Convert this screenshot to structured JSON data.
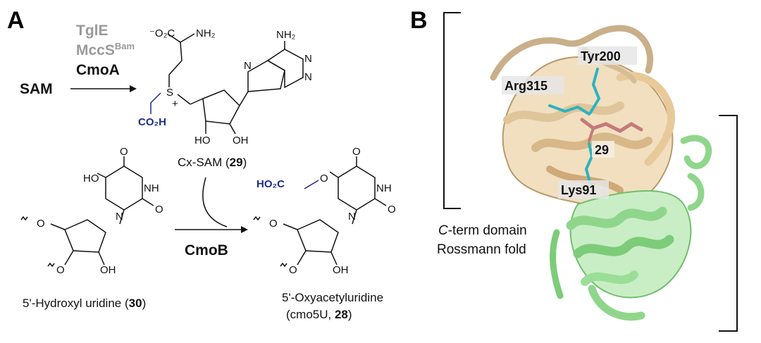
{
  "panel_a": {
    "letter": "A",
    "reagents": {
      "tgle": "TglE",
      "mccs": "MccS",
      "mccs_sup": "Bam",
      "cmoa": "CmoA",
      "sam": "SAM",
      "cmob": "CmoB"
    },
    "cx_sam": {
      "carboxylate": "⁻O₂C",
      "amine": "NH₂",
      "sulfonium": "S",
      "plus": "+",
      "co2h": "CO₂H",
      "oh1": "HO",
      "oh2": "OH",
      "adenine_nh2": "NH₂",
      "n": "N",
      "caption_prefix": "Cx-SAM (",
      "caption_num": "29",
      "caption_suffix": ")"
    },
    "hydroxyl_uridine": {
      "ho": "HO",
      "o": "O",
      "nh": "NH",
      "n": "N",
      "oh": "OH",
      "caption_prefix": "5'-Hydroxyl uridine (",
      "caption_num": "30",
      "caption_suffix": ")"
    },
    "oxyacetyl_uridine": {
      "ho2c": "HO₂C",
      "o": "O",
      "nh": "NH",
      "n": "N",
      "oh": "OH",
      "caption_line1": "5'-Oxyacetyluridine",
      "caption_line2_prefix": "(cmo5U, ",
      "caption_num": "28",
      "caption_line2_suffix": ")"
    }
  },
  "panel_b": {
    "letter": "B",
    "residues": {
      "tyr": "Tyr200",
      "arg": "Arg315",
      "lys": "Lys91",
      "ligand": "29"
    },
    "domain_label_italic": "C",
    "domain_label_rest": "-term domain",
    "domain_label_line2": "Rossmann fold",
    "colors": {
      "tan_domain": "#e8c99a",
      "green_domain": "#8fd68c",
      "residue": "#2bb3c0",
      "ligand": "#c47a7a"
    }
  }
}
